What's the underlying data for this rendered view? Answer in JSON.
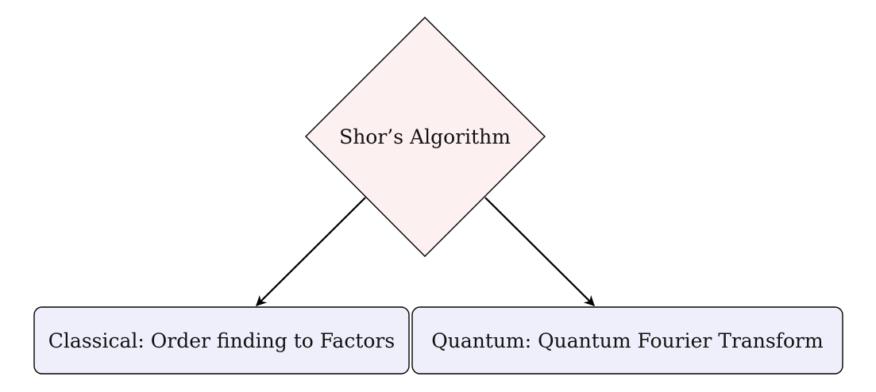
{
  "diagram": {
    "root": {
      "label": "Shor’s Algorithm",
      "shape": "diamond",
      "fill": "#fdf0f0",
      "stroke": "#000000"
    },
    "children": [
      {
        "label": "Classical: Order finding to Factors",
        "shape": "rounded-rectangle",
        "fill": "#efeffb",
        "stroke": "#000000"
      },
      {
        "label": "Quantum: Quantum Fourier Transform",
        "shape": "rounded-rectangle",
        "fill": "#efeffb",
        "stroke": "#000000"
      }
    ],
    "edges": [
      {
        "from": "root",
        "to": "children.0"
      },
      {
        "from": "root",
        "to": "children.1"
      }
    ]
  }
}
